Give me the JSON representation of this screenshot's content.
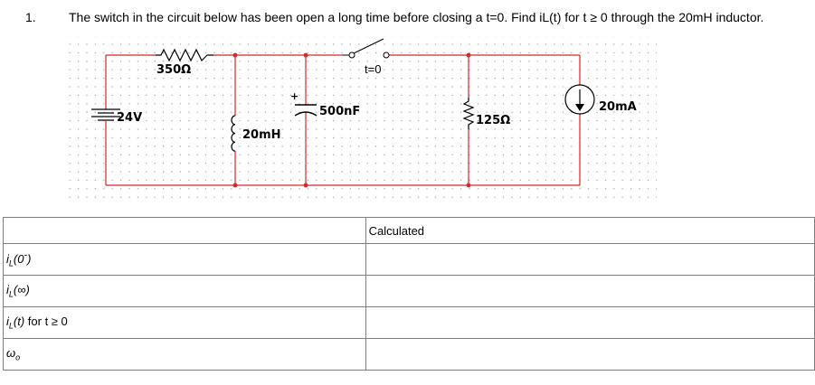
{
  "question": {
    "number": "1.",
    "text": "The switch in the circuit below has been open a long time before closing a t=0.  Find iL(t) for t ≥ 0 through the 20mH inductor."
  },
  "circuit": {
    "source_voltage": "24V",
    "resistor_1": "350Ω",
    "inductor": "20mH",
    "capacitor": "500nF",
    "cap_polarity": "+",
    "switch_label": "t=0",
    "resistor_2": "125Ω",
    "current_source": "20mA",
    "wire_color": "#d62828",
    "node_color": "#d62828"
  },
  "table": {
    "header": "Calculated",
    "rows": [
      {
        "main": "i",
        "sub": "L",
        "suffix": "(0",
        "sup": "-",
        "end": ")"
      },
      {
        "main": "i",
        "sub": "L",
        "suffix": "(∞)",
        "sup": "",
        "end": ""
      },
      {
        "main": "i",
        "sub": "L",
        "suffix": "(t)",
        "sup": "",
        "end": "",
        "plain": " for t ≥ 0"
      },
      {
        "main": "ω",
        "sub": "o",
        "suffix": "",
        "sup": "",
        "end": ""
      }
    ]
  }
}
